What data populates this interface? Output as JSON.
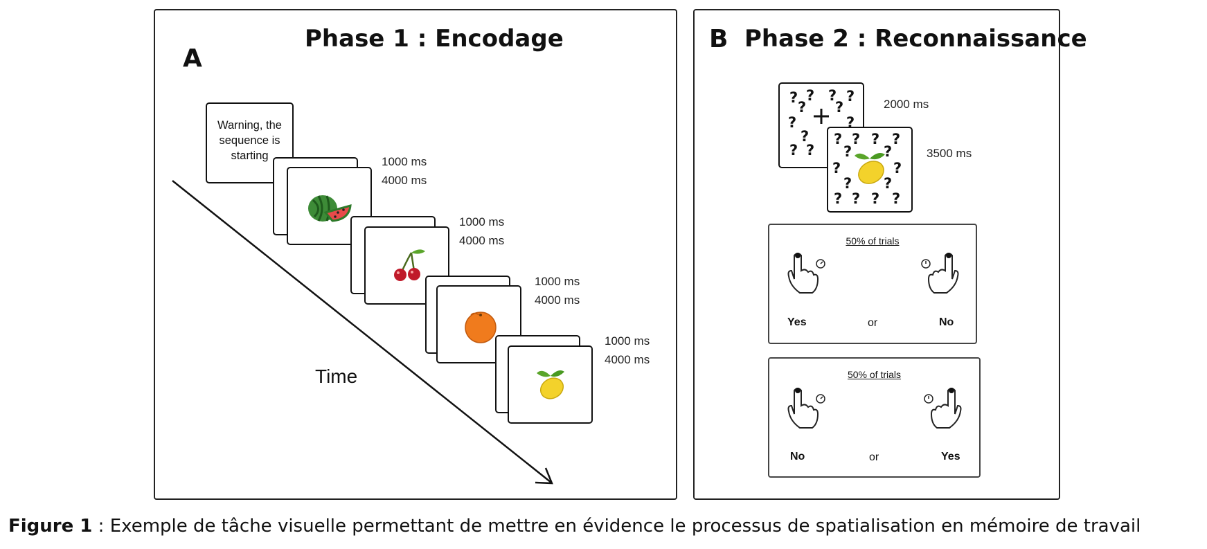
{
  "panel_a": {
    "letter": "A",
    "title": "Phase 1 : Encodage",
    "warning_text": "Warning, the sequence is starting",
    "time_label": "Time",
    "stimuli": [
      {
        "fruit": "watermelon",
        "timing_1": "1000 ms",
        "timing_2": "4000 ms"
      },
      {
        "fruit": "cherries",
        "timing_1": "1000 ms",
        "timing_2": "4000 ms"
      },
      {
        "fruit": "orange",
        "timing_1": "1000 ms",
        "timing_2": "4000 ms"
      },
      {
        "fruit": "lemon",
        "timing_1": "1000 ms",
        "timing_2": "4000 ms"
      }
    ]
  },
  "panel_b": {
    "letter": "B",
    "title": "Phase 2 : Reconnaissance",
    "fixation_timing": "2000 ms",
    "probe_timing": "3500 ms",
    "question_mark": "?",
    "block_1": {
      "header": "50% of trials",
      "left": "Yes",
      "or": "or",
      "right": "No"
    },
    "block_2": {
      "header": "50% of trials",
      "left": "No",
      "or": "or",
      "right": "Yes"
    }
  },
  "caption": {
    "label": "Figure 1",
    "text": " : Exemple de tâche visuelle permettant de mettre en évidence le processus de spatialisation en mémoire de travail"
  },
  "colors": {
    "border": "#222222",
    "watermelon": "#3d8b37",
    "cherry": "#c01a2a",
    "orange": "#f07b1d",
    "lemon": "#f3d22b",
    "leaf": "#5aa52a"
  }
}
